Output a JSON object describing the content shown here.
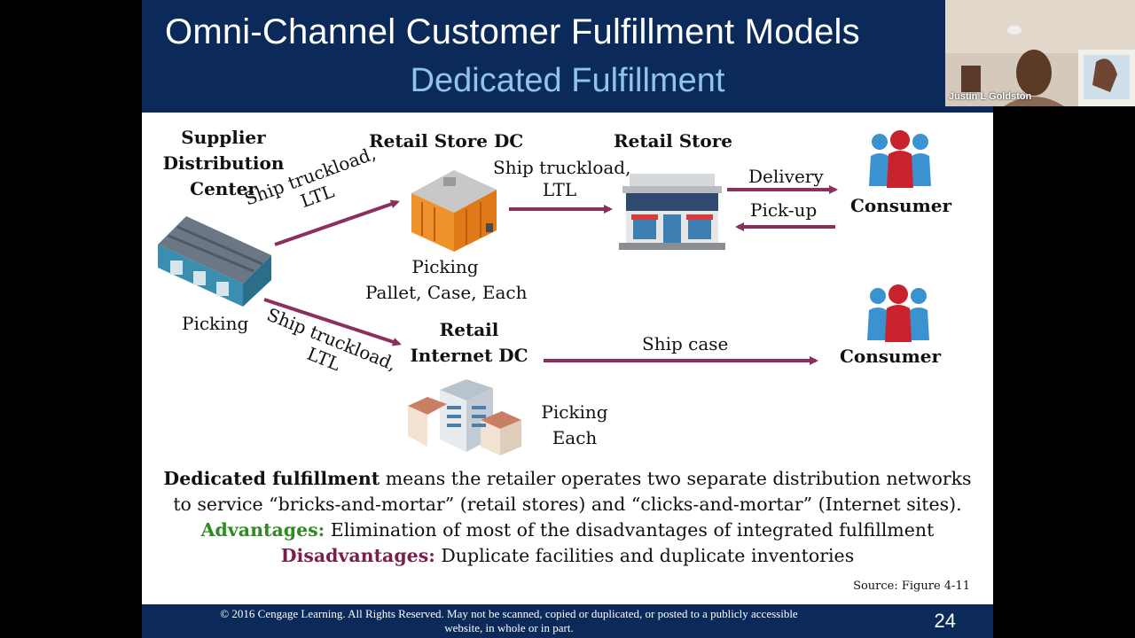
{
  "slide": {
    "title": "Omni-Channel Customer Fulfillment Models",
    "subtitle": "Dedicated Fulfillment",
    "page_number": "24",
    "source": "Source: Figure 4-11",
    "copyright_line1": "© 2016 Cengage Learning. All Rights Reserved. May not be scanned, copied  or duplicated, or posted to a publicly accessible",
    "copyright_line2": "website, in whole or in part."
  },
  "diagram": {
    "supplier_dc": {
      "line1": "Supplier",
      "line2": "Distribution",
      "line3": "Center",
      "picking": "Picking"
    },
    "retail_store_dc": {
      "label": "Retail Store DC",
      "picking": "Picking",
      "picking_detail": "Pallet, Case, Each"
    },
    "retail_store": {
      "label": "Retail Store"
    },
    "internet_dc": {
      "line1": "Retail",
      "line2": "Internet DC",
      "picking": "Picking",
      "picking_detail": "Each"
    },
    "consumer_top": {
      "label": "Consumer"
    },
    "consumer_bottom": {
      "label": "Consumer"
    },
    "arrow_supplier_to_store_dc": {
      "line1": "Ship truckload,",
      "line2": "LTL"
    },
    "arrow_supplier_to_internet_dc": {
      "line1": "Ship truckload,",
      "line2": "LTL"
    },
    "arrow_store_dc_to_store": {
      "line1": "Ship truckload,",
      "line2": "LTL"
    },
    "arrow_delivery": "Delivery",
    "arrow_pickup": "Pick-up",
    "arrow_ship_case": "Ship case",
    "arrow_color": "#8b2f5c"
  },
  "description": {
    "term": "Dedicated fulfillment",
    "definition": " means the retailer operates two separate distribution networks",
    "line2": "to service “bricks-and-mortar” (retail stores) and “clicks-and-mortar” (Internet sites).",
    "advantages_label": "Advantages:",
    "advantages_text": " Elimination of most of the disadvantages of integrated fulfillment",
    "disadvantages_label": "Disadvantages:",
    "disadvantages_text": " Duplicate facilities and duplicate inventories"
  },
  "webcam": {
    "name": "Justin L Goldston"
  },
  "colors": {
    "title_bar": "#0b2a5a",
    "subtitle": "#8fc3f0",
    "advantages": "#2e8b22",
    "disadvantages": "#7a1e4a"
  }
}
